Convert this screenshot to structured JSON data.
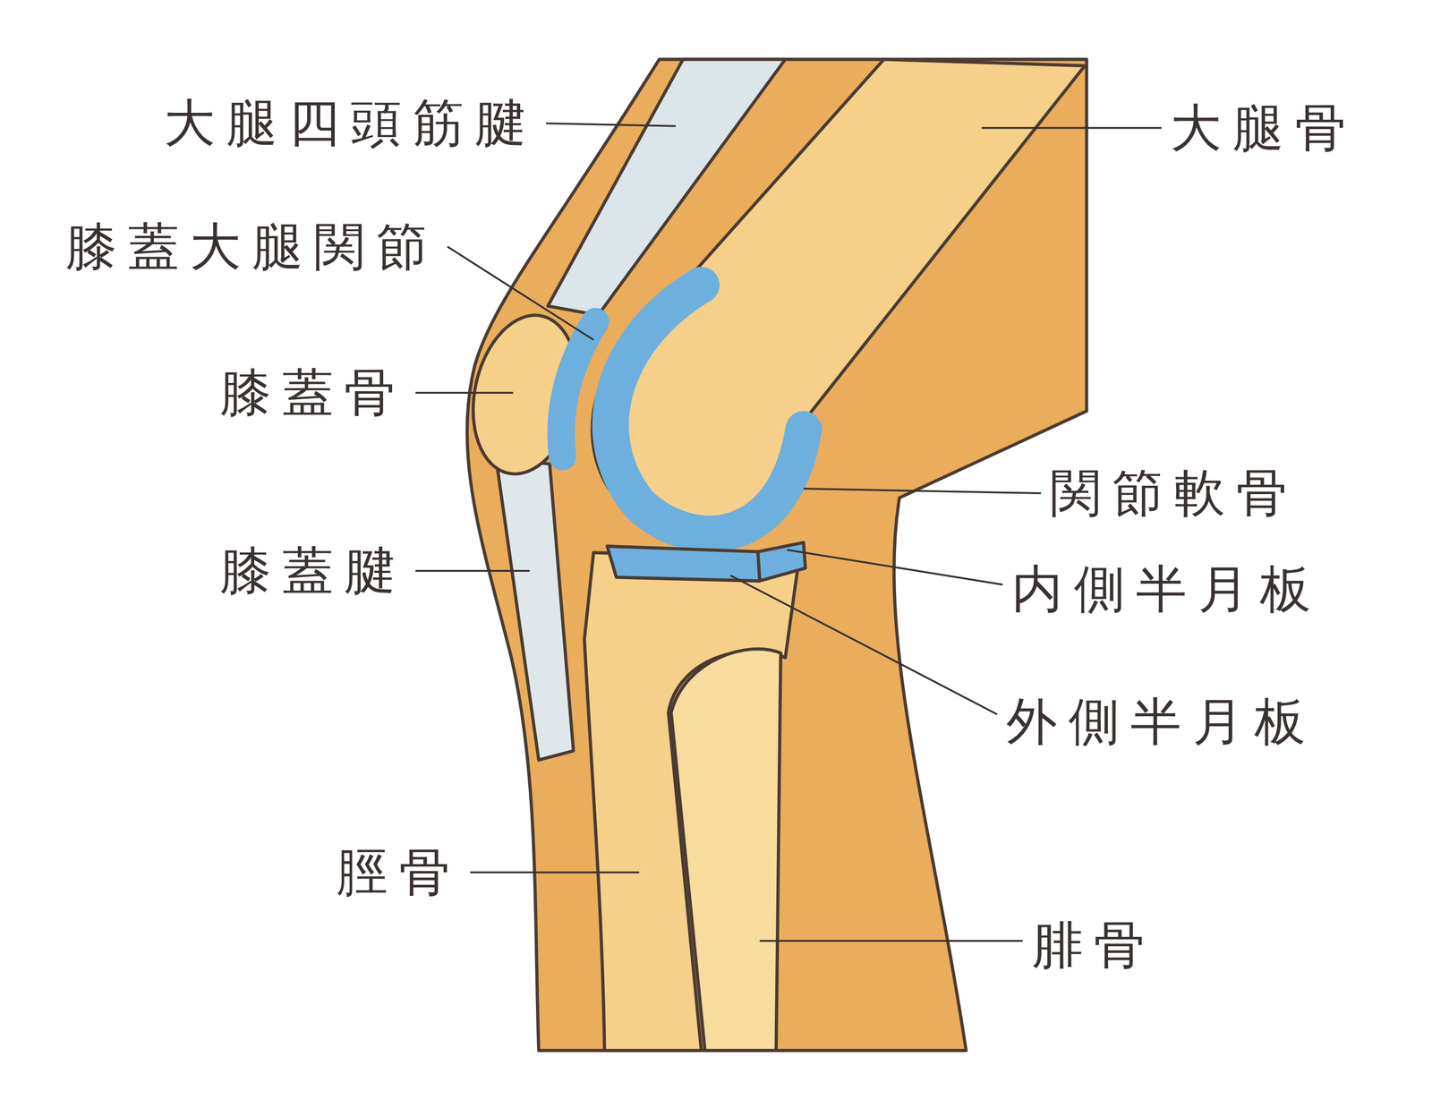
{
  "diagram": {
    "labels": [
      "大腿四頭筋腱",
      "膝蓋大腿関節",
      "膝蓋骨",
      "膝蓋腱",
      "脛骨",
      "大腿骨",
      "関節軟骨",
      "内側半月板",
      "外側半月板",
      "腓骨"
    ]
  }
}
